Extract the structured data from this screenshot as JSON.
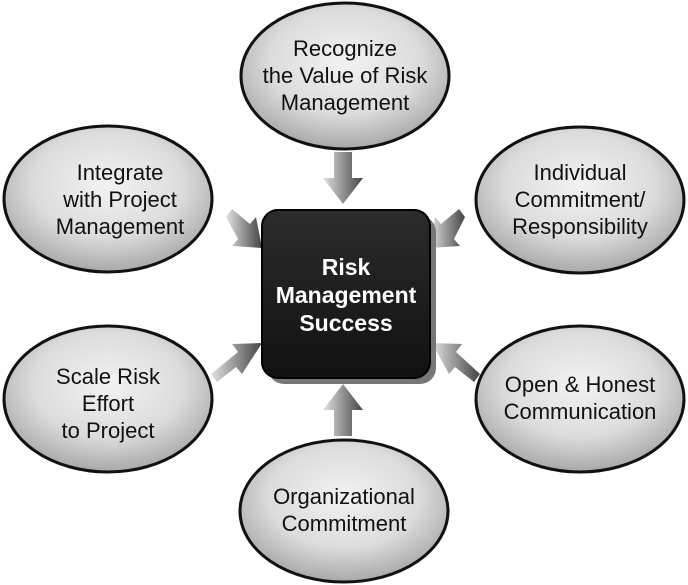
{
  "center": {
    "lines": [
      "Risk",
      "Management",
      "Success"
    ]
  },
  "nodes": [
    {
      "id": "recognize",
      "lines": [
        "Recognize",
        "the Value of Risk",
        "Management"
      ]
    },
    {
      "id": "individual",
      "lines": [
        "Individual",
        "Commitment/",
        "Responsibility"
      ]
    },
    {
      "id": "communication",
      "lines": [
        "Open & Honest",
        "Communication"
      ]
    },
    {
      "id": "organizational",
      "lines": [
        "Organizational",
        "Commitment"
      ]
    },
    {
      "id": "scale",
      "lines": [
        "Scale Risk",
        "Effort",
        "to Project"
      ]
    },
    {
      "id": "integrate",
      "lines": [
        "Integrate",
        "with Project",
        "Management"
      ]
    }
  ],
  "colors": {
    "oval_fill_light": "#ececec",
    "oval_fill_dark": "#a8a8a8",
    "oval_stroke": "#111111",
    "center_fill": "#1c1c1c",
    "arrow_light": "#d9d9d9",
    "arrow_dark": "#555555",
    "background": "#ffffff"
  }
}
